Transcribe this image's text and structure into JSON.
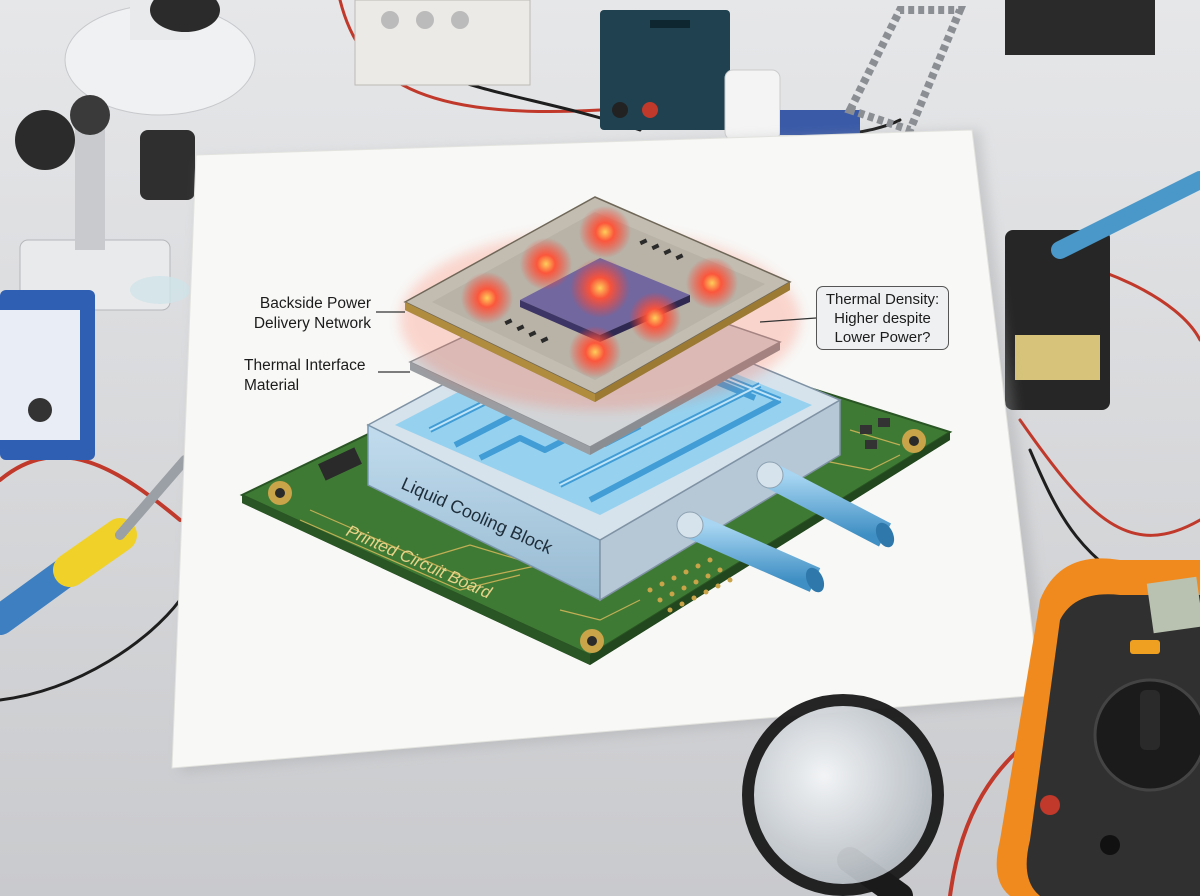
{
  "diagram": {
    "labels": {
      "backside_power_line1": "Backside Power",
      "backside_power_line2": "Delivery Network",
      "thermal_interface_line1": "Thermal Interface",
      "thermal_interface_line2": "Material",
      "liquid_cooling": "Liquid Cooling Block",
      "pcb": "Printed Circuit Board"
    },
    "callout": {
      "line1": "Thermal Density:",
      "line2": "Higher despite",
      "line3": "Lower Power?"
    }
  },
  "colors": {
    "pcb_green": "#3f7a35",
    "hotspot_red": "#ff3b2f",
    "hotspot_core": "#ffb347",
    "coolant_blue": "#4fb6ea",
    "tube_blue": "#6fb3dd",
    "paper": "#f8f8f6",
    "desk": "#d9dadc"
  },
  "icons": [
    "microscope-icon",
    "soldering-iron-icon",
    "multimeter-icon",
    "magnifying-glass-icon",
    "power-supply-icon"
  ]
}
